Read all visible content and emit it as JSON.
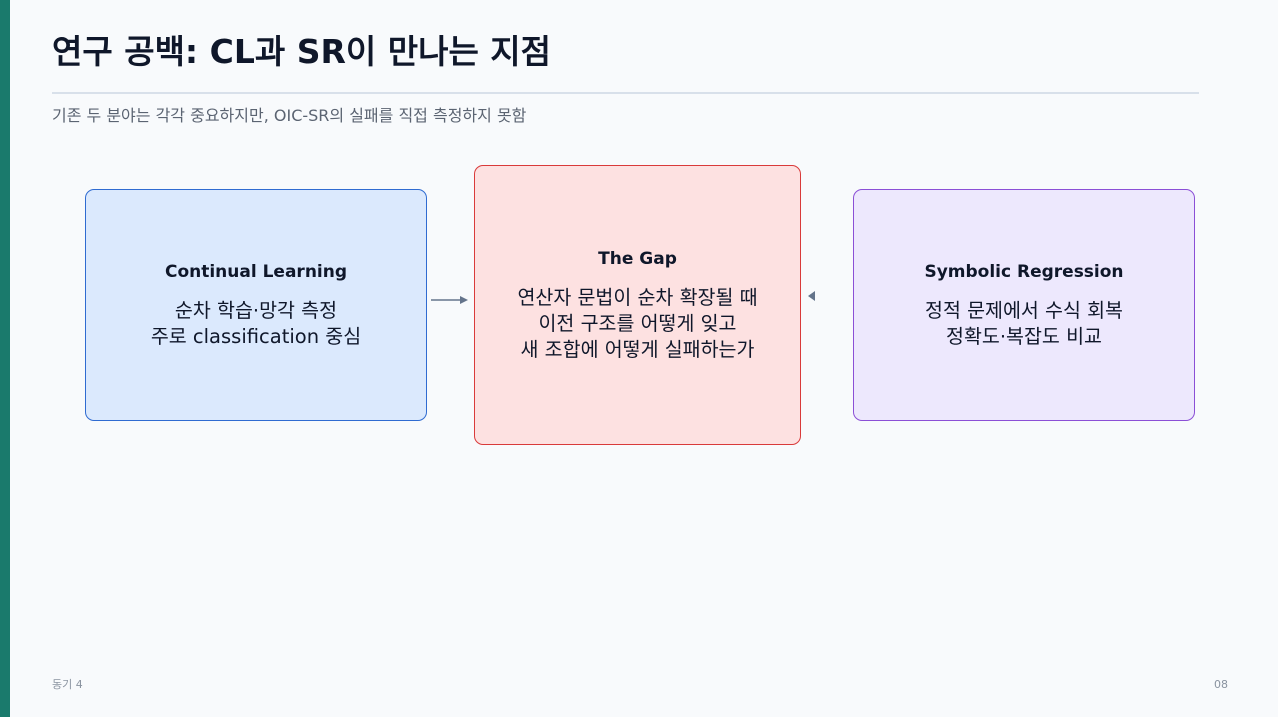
{
  "slide": {
    "title": "연구 공백: CL과 SR이 만나는 지점",
    "subtitle": "기존 두 분야는 각각 중요하지만, OIC-SR의 실패를 직접 측정하지 못함",
    "footer_left": "동기 4",
    "page_number": "08"
  },
  "colors": {
    "accent_bar": "#1a7a6c",
    "cl_fill": "#dbe9fd",
    "cl_border": "#2f6bd1",
    "gap_fill": "#fde1e1",
    "gap_border": "#d93a3a",
    "sr_fill": "#ede8fd",
    "sr_border": "#8b4fd6",
    "arrow": "#64748b"
  },
  "boxes": {
    "cl": {
      "title": "Continual Learning",
      "lines": [
        "순차 학습·망각 측정",
        "주로 classification 중심"
      ]
    },
    "gap": {
      "title": "The Gap",
      "lines": [
        "연산자 문법이 순차 확장될 때",
        "이전 구조를 어떻게 잊고",
        "새 조합에 어떻게 실패하는가"
      ]
    },
    "sr": {
      "title": "Symbolic Regression",
      "lines": [
        "정적 문제에서 수식 회복",
        "정확도·복잡도 비교"
      ]
    }
  },
  "icons": {
    "arrow_left": "arrow-right-icon",
    "arrow_right": "arrow-left-icon"
  }
}
